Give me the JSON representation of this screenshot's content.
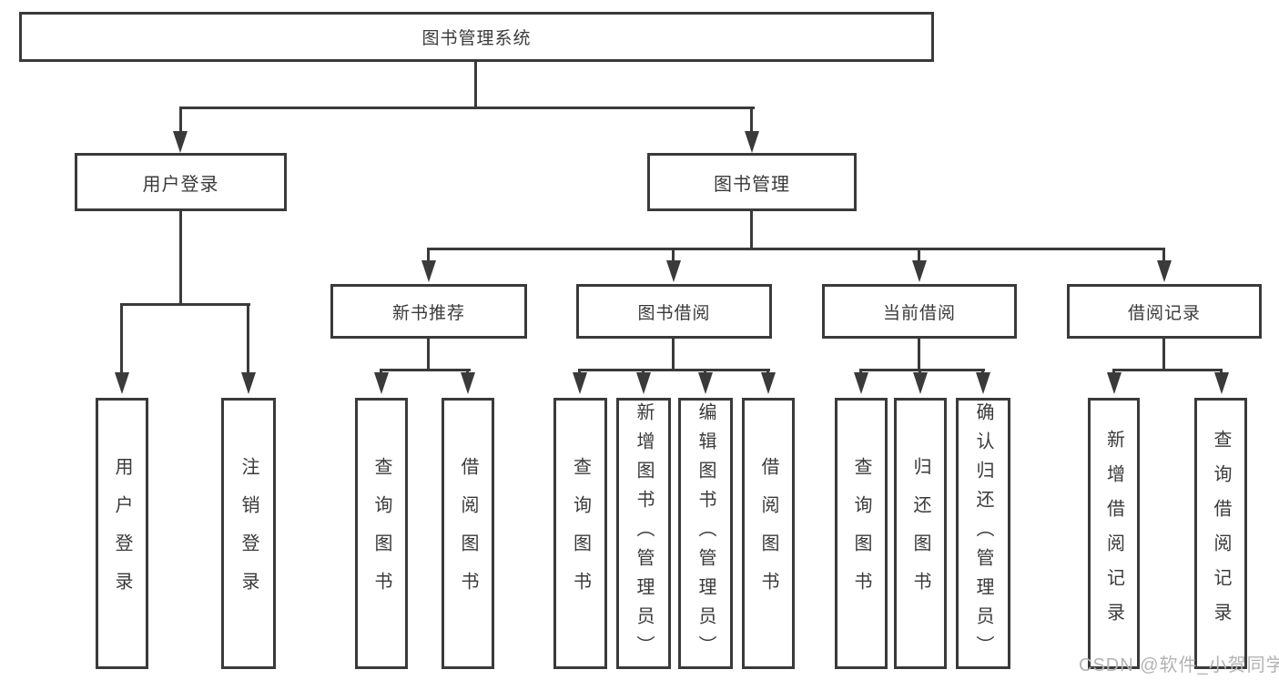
{
  "colors": {
    "line": "#3a3a3a",
    "text": "#3a3a3a",
    "watermark": "#b3b3b3",
    "background": "#ffffff"
  },
  "tree": {
    "root": "图书管理系统",
    "level2": [
      {
        "label": "用户登录",
        "leaves": [
          "用户登录",
          "注销登录"
        ]
      },
      {
        "label": "图书管理",
        "groups": [
          {
            "label": "新书推荐",
            "leaves": [
              "查询图书",
              "借阅图书"
            ]
          },
          {
            "label": "图书借阅",
            "leaves": [
              "查询图书",
              "新增图书（管理员）",
              "编辑图书（管理员）",
              "借阅图书"
            ]
          },
          {
            "label": "当前借阅",
            "leaves": [
              "查询图书",
              "归还图书",
              "确认归还（管理员）"
            ]
          },
          {
            "label": "借阅记录",
            "leaves": [
              "新增借阅记录",
              "查询借阅记录"
            ]
          }
        ]
      }
    ]
  },
  "watermark": "CSDN @软件_小贺同学"
}
